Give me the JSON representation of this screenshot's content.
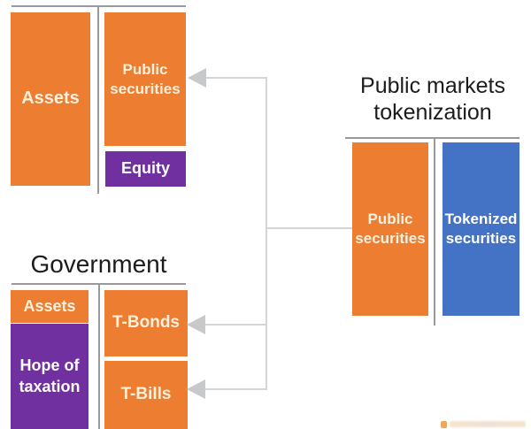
{
  "colors": {
    "box_orange": "#ed7d31",
    "box_purple": "#7030a0",
    "box_blue": "#4472c4",
    "account_rule_gray": "#97999c",
    "connector_gray": "#d4d5d6",
    "arrow_gray": "#c8c9ca",
    "title_text": "#1c1c1c",
    "orange_box_text": "#faf0dc",
    "white_box_text": "#ffffff"
  },
  "company_account": {
    "assets_label": "Assets",
    "public_securities_label": "Public securities",
    "equity_label": "Equity"
  },
  "government_account": {
    "title": "Government",
    "assets_label": "Assets",
    "hope_of_taxation_label": "Hope of taxation",
    "t_bonds_label": "T-Bonds",
    "t_bills_label": "T-Bills"
  },
  "tokenization_account": {
    "title": "Public markets tokenization",
    "public_securities_label": "Public securities",
    "tokenized_securities_label": "Tokenized securities"
  }
}
